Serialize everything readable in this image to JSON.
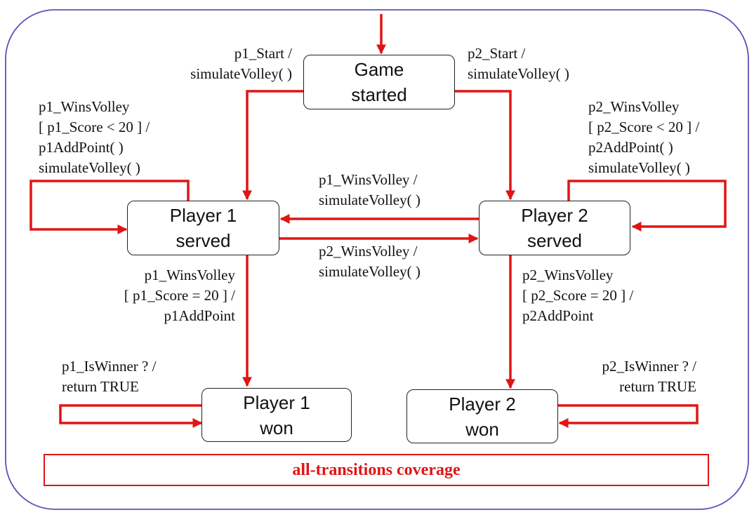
{
  "states": {
    "game_started": [
      "Game",
      "started"
    ],
    "player1_served": [
      "Player 1",
      "served"
    ],
    "player2_served": [
      "Player 2",
      "served"
    ],
    "player1_won": [
      "Player 1",
      "won"
    ],
    "player2_won": [
      "Player 2",
      "won"
    ]
  },
  "transitions": {
    "p1_start": [
      "p1_Start /",
      "simulateVolley( )"
    ],
    "p2_start": [
      "p2_Start /",
      "simulateVolley( )"
    ],
    "p1_self": [
      "p1_WinsVolley",
      "[ p1_Score < 20 ] /",
      "p1AddPoint( )",
      "simulateVolley( )"
    ],
    "p2_self": [
      "p2_WinsVolley",
      "[ p2_Score < 20 ] /",
      "p2AddPoint( )",
      "simulateVolley( )"
    ],
    "p2_to_p1": [
      "p1_WinsVolley /",
      "simulateVolley( )"
    ],
    "p1_to_p2": [
      "p2_WinsVolley /",
      "simulateVolley( )"
    ],
    "p1_win": [
      "p1_WinsVolley",
      "[ p1_Score = 20 ] /",
      "p1AddPoint"
    ],
    "p2_win": [
      "p2_WinsVolley",
      "[ p2_Score = 20 ] /",
      "p2AddPoint"
    ],
    "p1_winner_self": [
      "p1_IsWinner ? /",
      "return TRUE"
    ],
    "p2_winner_self": [
      "p2_IsWinner ? /",
      "return TRUE"
    ]
  },
  "banner": "all-transitions coverage",
  "colors": {
    "arrow": "#e01515",
    "frame": "#5a52b8",
    "state_border": "#222222"
  }
}
